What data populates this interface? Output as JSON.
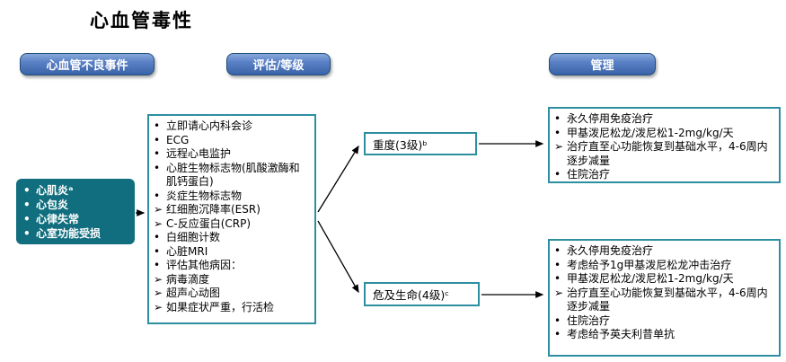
{
  "title": "心血管毒性",
  "colors": {
    "header_button_blue": "#4a74bc",
    "teal_fill": "#116e7e",
    "teal_border": "#2e8fa0",
    "arrow_black": "#000000"
  },
  "headers": {
    "adverse_event": "心血管不良事件",
    "assessment": "评估/等级",
    "management": "管理"
  },
  "adverse_events": {
    "items": [
      {
        "marker": "•",
        "text": "心肌炎ᵃ"
      },
      {
        "marker": "•",
        "text": "心包炎"
      },
      {
        "marker": "•",
        "text": "心律失常"
      },
      {
        "marker": "•",
        "text": "心室功能受损"
      }
    ]
  },
  "workup": {
    "items": [
      {
        "marker": "•",
        "text": "立即请心内科会诊"
      },
      {
        "marker": "•",
        "text": "ECG"
      },
      {
        "marker": "•",
        "text": "远程心电监护"
      },
      {
        "marker": "•",
        "text": "心脏生物标志物(肌酸激酶和肌钙蛋白)"
      },
      {
        "marker": "•",
        "text": "炎症生物标志物"
      },
      {
        "marker": "➢",
        "text": "红细胞沉降率(ESR)"
      },
      {
        "marker": "➢",
        "text": "C-反应蛋白(CRP)"
      },
      {
        "marker": "•",
        "text": "白细胞计数"
      },
      {
        "marker": "•",
        "text": "心脏MRI"
      },
      {
        "marker": "•",
        "text": "评估其他病因："
      },
      {
        "marker": "➢",
        "text": "病毒滴度"
      },
      {
        "marker": "➢",
        "text": "超声心动图"
      },
      {
        "marker": "➢",
        "text": "如果症状严重，行活检"
      }
    ]
  },
  "grades": {
    "severe": "重度(3级)ᵇ",
    "life_threatening": "危及生命(4级)ᶜ"
  },
  "grade3_management": {
    "items": [
      {
        "marker": "•",
        "text": "永久停用免疫治疗"
      },
      {
        "marker": "•",
        "text": "甲基泼尼松龙/泼尼松1-2mg/kg/天"
      },
      {
        "marker": "➢",
        "text": "治疗直至心功能恢复到基础水平，4-6周内逐步减量"
      },
      {
        "marker": "•",
        "text": "住院治疗"
      }
    ]
  },
  "grade4_management": {
    "items": [
      {
        "marker": "•",
        "text": "永久停用免疫治疗"
      },
      {
        "marker": "•",
        "text": "考虑给予1g甲基泼尼松龙冲击治疗"
      },
      {
        "marker": "•",
        "text": "甲基泼尼松龙/泼尼松1-2mg/kg/天"
      },
      {
        "marker": "➢",
        "text": "治疗直至心功能恢复到基础水平，4-6周内逐步减量"
      },
      {
        "marker": "•",
        "text": "住院治疗"
      },
      {
        "marker": "•",
        "text": "考虑给予英夫利昔单抗"
      }
    ]
  }
}
